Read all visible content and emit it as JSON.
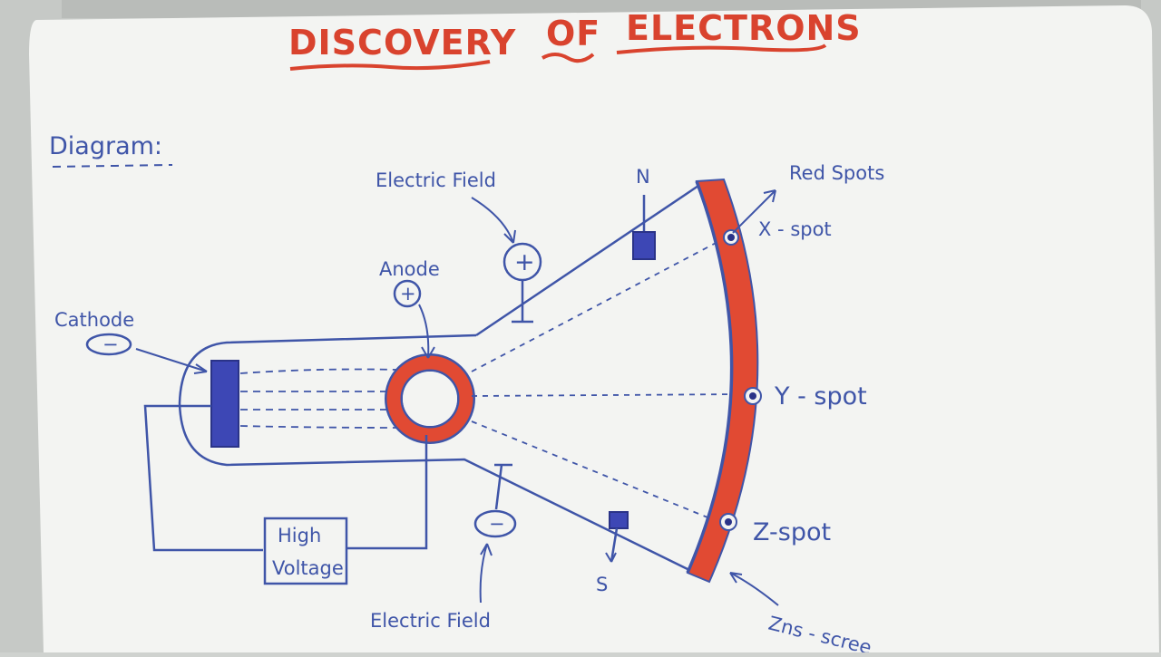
{
  "title": {
    "word1": "DISCOVERY",
    "word2": "OF",
    "word3": "ELECTRONS"
  },
  "heading": "Diagram:",
  "labels": {
    "cathode": "Cathode",
    "cathode_sign": "−",
    "anode": "Anode",
    "anode_sign": "+",
    "electric_field_top": "Electric Field",
    "electric_field_top_sign": "+",
    "electric_field_bottom": "Electric Field",
    "electric_field_bottom_sign": "−",
    "north": "N",
    "south": "S",
    "red_spots": "Red Spots",
    "x_spot": "X - spot",
    "y_spot": "Y - spot",
    "z_spot": "Z-spot",
    "screen": "Zns - scree",
    "high_voltage_line1": "High",
    "high_voltage_line2": "Voltage"
  },
  "colors": {
    "ink_blue": "#3f55a8",
    "ink_red": "#d9432e",
    "board": "#f3f4f2",
    "frame": "#c6c9c6"
  }
}
